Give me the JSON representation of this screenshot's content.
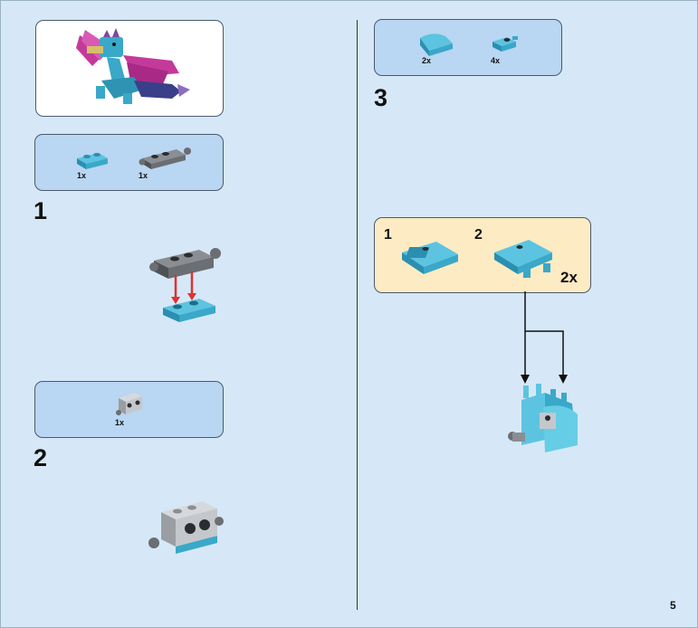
{
  "page_number": "5",
  "steps": [
    {
      "number": "1",
      "parts": [
        {
          "qty": "1x"
        },
        {
          "qty": "1x"
        }
      ]
    },
    {
      "number": "2",
      "parts": [
        {
          "qty": "1x"
        }
      ]
    },
    {
      "number": "3",
      "parts": [
        {
          "qty": "2x"
        },
        {
          "qty": "4x"
        }
      ]
    }
  ],
  "sub_assembly": {
    "step_a": "1",
    "step_b": "2",
    "multiplier": "2x"
  },
  "colors": {
    "page": "#d6e8f7",
    "parts_panel": "#b9d6f2",
    "sub_panel": "#fdebc3",
    "arrow_red": "#e03030",
    "teal": "#3aa8c8",
    "gray": "#6b6e72",
    "light_gray": "#c4c8cc",
    "magenta": "#c43a9a"
  }
}
